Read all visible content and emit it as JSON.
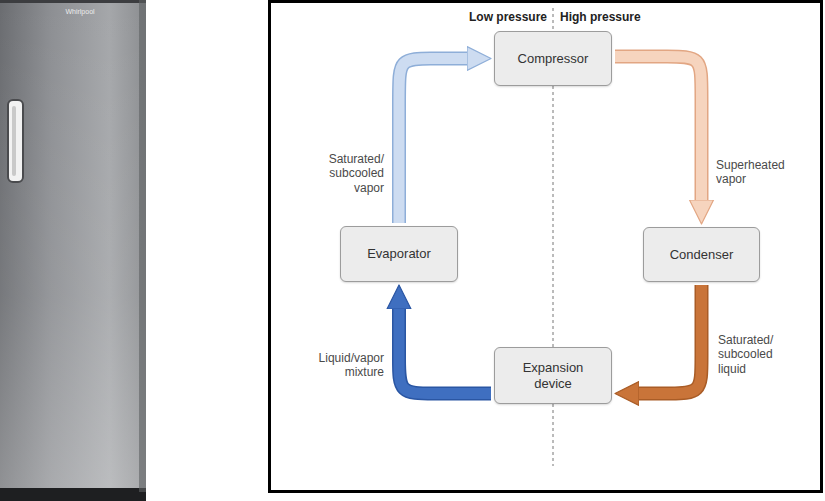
{
  "diagram": {
    "nodes": [
      {
        "text": [
          "Compressor"
        ]
      },
      {
        "text": [
          "Evaporator"
        ]
      },
      {
        "text": [
          "Condenser"
        ]
      },
      {
        "text": [
          "Expansion device"
        ]
      }
    ],
    "edges": [
      {
        "from": 0,
        "to": 2,
        "arrow": "to",
        "label": "Superheated vapor"
      },
      {
        "from": 2,
        "to": 3,
        "arrow": "to",
        "label": "Saturated/ subcooled liquid"
      },
      {
        "from": 3,
        "to": 1,
        "arrow": "to",
        "label": "Liquid/vapor mixture"
      },
      {
        "from": 1,
        "to": 0,
        "arrow": "to",
        "label": "Saturated/ subcooled vapor"
      }
    ],
    "labels": [
      "Whirlpool",
      "Low pressure",
      "High pressure"
    ]
  }
}
